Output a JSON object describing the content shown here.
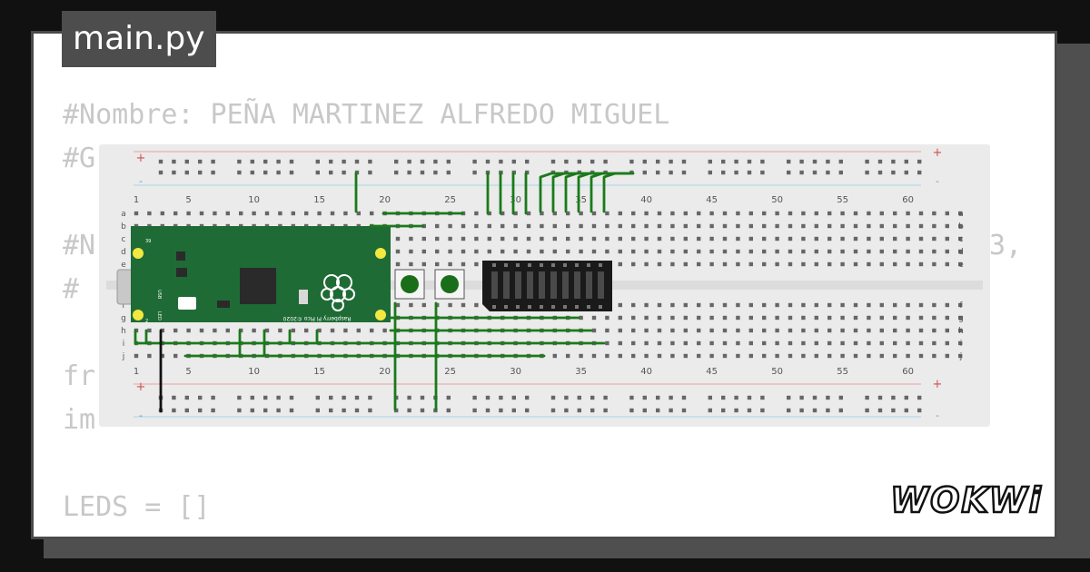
{
  "file_tab": {
    "name": "main.py"
  },
  "code": {
    "lines": [
      "#Nombre: PEÑA MARTINEZ ALFREDO MIGUEL",
      "#G",
      "#N",
      "#",
      "fr",
      "im",
      "LEDS = []"
    ],
    "right_fragment": "3,"
  },
  "breadboard": {
    "column_numbers": [
      "1",
      "5",
      "10",
      "15",
      "20",
      "25",
      "30",
      "35",
      "40",
      "45",
      "50",
      "55",
      "60"
    ],
    "row_letters_top": [
      "a",
      "b",
      "c",
      "d",
      "e"
    ],
    "row_letters_bottom": [
      "f",
      "g",
      "h",
      "i",
      "j"
    ],
    "rail_plus": "+",
    "rail_minus": "-"
  },
  "pico": {
    "board_label": "Raspberry Pi Pico ©2020",
    "usb_label": "USB",
    "led_label": "LED",
    "pin_label_top": "39",
    "pin_label_bottom": "2"
  },
  "brand": {
    "logo_text": "WOKWi"
  },
  "colors": {
    "background": "#111111",
    "card": "#ffffff",
    "tab": "#4d4d4d",
    "code_text": "#c8c8c8",
    "breadboard": "#ebebeb",
    "wire": "#1a7a1a",
    "pico_board": "#1f6b35",
    "led_bar": "#1a1a1a",
    "button_cap": "#1a6e1a"
  }
}
